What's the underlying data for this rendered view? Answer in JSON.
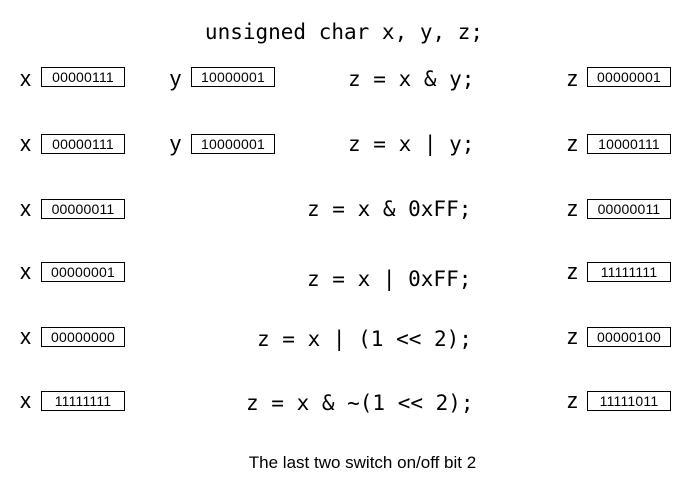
{
  "declaration": "unsigned char x, y, z;",
  "rows": [
    {
      "x_label": "x",
      "x_value": "00000111",
      "y_label": "y",
      "y_value": "10000001",
      "code": "z = x & y;",
      "z_label": "z",
      "z_value": "00000001"
    },
    {
      "x_label": "x",
      "x_value": "00000111",
      "y_label": "y",
      "y_value": "10000001",
      "code": "z = x | y;",
      "z_label": "z",
      "z_value": "10000111"
    },
    {
      "x_label": "x",
      "x_value": "00000011",
      "code": "z = x & 0xFF;",
      "z_label": "z",
      "z_value": "00000011"
    },
    {
      "x_label": "x",
      "x_value": "00000001",
      "code": "z = x | 0xFF;",
      "z_label": "z",
      "z_value": "11111111"
    },
    {
      "x_label": "x",
      "x_value": "00000000",
      "code": "z = x | (1 << 2);",
      "z_label": "z",
      "z_value": "00000100"
    },
    {
      "x_label": "x",
      "x_value": "11111111",
      "code": "z = x & ~(1 << 2);",
      "z_label": "z",
      "z_value": "11111011"
    }
  ],
  "caption": "The last two switch on/off bit 2"
}
